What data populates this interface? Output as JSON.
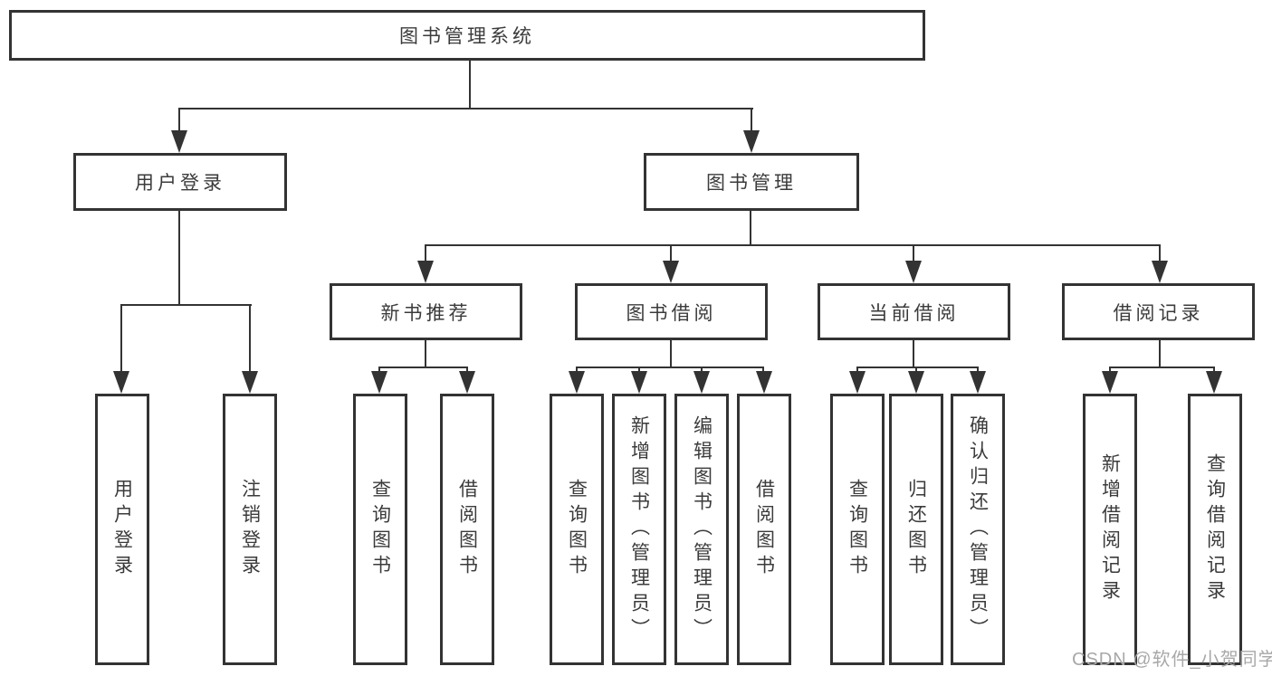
{
  "tree": {
    "label": "图书管理系统",
    "children": [
      {
        "label": "用户登录",
        "children": [
          {
            "label": "用户登录"
          },
          {
            "label": "注销登录"
          }
        ]
      },
      {
        "label": "图书管理",
        "children": [
          {
            "label": "新书推荐",
            "children": [
              {
                "label": "查询图书"
              },
              {
                "label": "借阅图书"
              }
            ]
          },
          {
            "label": "图书借阅",
            "children": [
              {
                "label": "查询图书"
              },
              {
                "label": "新增图书（管理员）"
              },
              {
                "label": "编辑图书（管理员）"
              },
              {
                "label": "借阅图书"
              }
            ]
          },
          {
            "label": "当前借阅",
            "children": [
              {
                "label": "查询图书"
              },
              {
                "label": "归还图书"
              },
              {
                "label": "确认归还（管理员）"
              }
            ]
          },
          {
            "label": "借阅记录",
            "children": [
              {
                "label": "新增借阅记录"
              },
              {
                "label": "查询借阅记录"
              }
            ]
          }
        ]
      }
    ]
  },
  "watermark": {
    "text": "CSDN @软件_小贺同学"
  },
  "colors": {
    "line": "#333333",
    "text": "#3b3b3b",
    "watermark": "#a8a8a8",
    "background": "#ffffff"
  }
}
